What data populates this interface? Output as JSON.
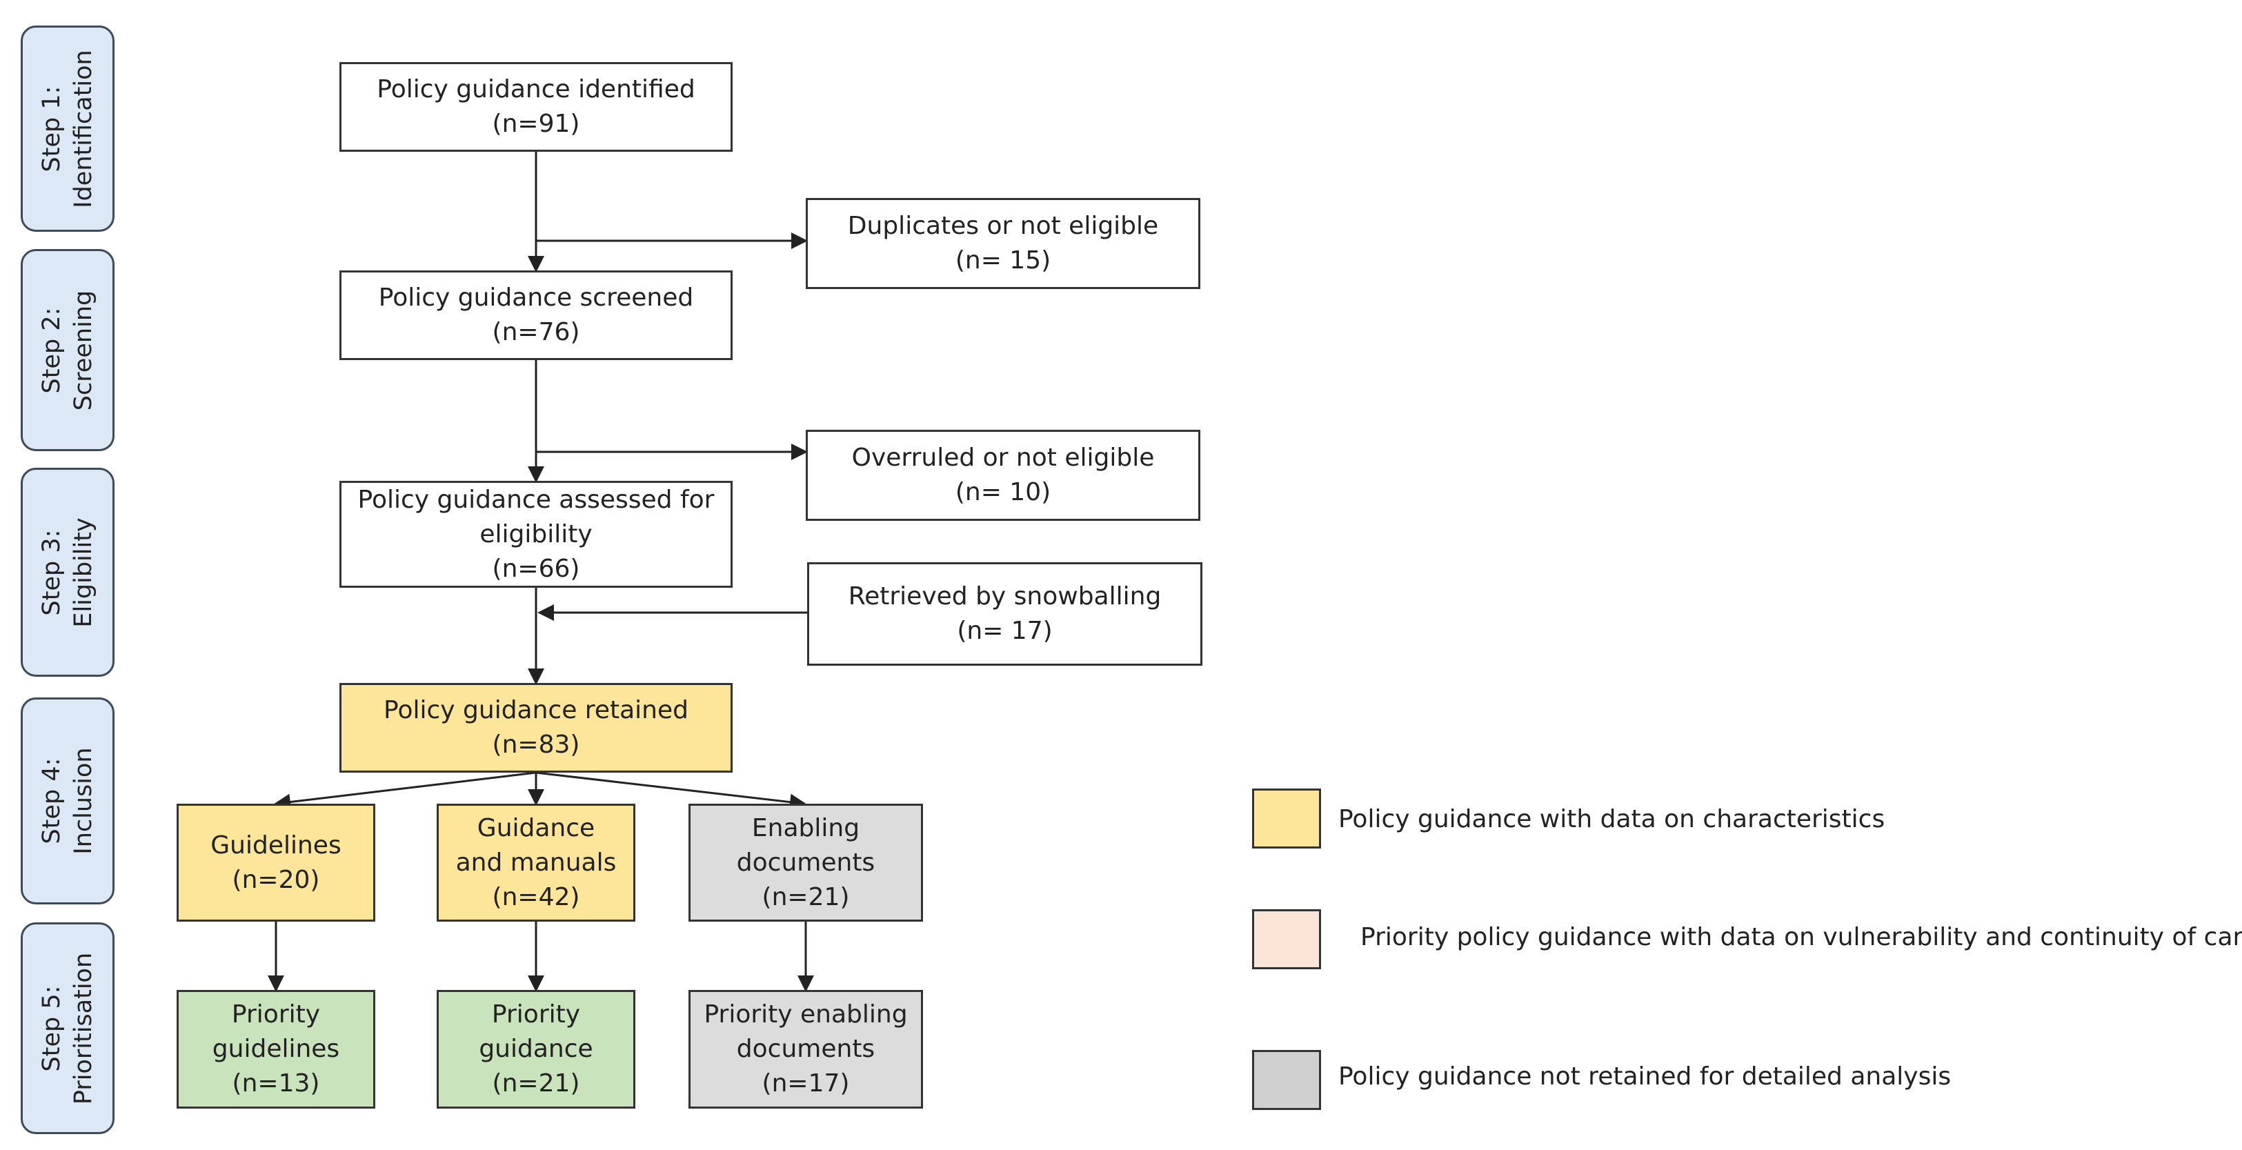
{
  "stages": [
    {
      "line1": "Step 1:",
      "line2": "Identification"
    },
    {
      "line1": "Step 2:",
      "line2": "Screening"
    },
    {
      "line1": "Step 3:",
      "line2": "Eligibility"
    },
    {
      "line1": "Step 4:",
      "line2": "Inclusion"
    },
    {
      "line1": "Step 5:",
      "line2": "Prioritisation"
    }
  ],
  "boxes": {
    "identified": {
      "lines": [
        "Policy guidance identified",
        "(n=91)"
      ]
    },
    "duplicates": {
      "lines": [
        "Duplicates or not eligible",
        "(n= 15)"
      ]
    },
    "screened": {
      "lines": [
        "Policy guidance screened",
        "(n=76)"
      ]
    },
    "overruled": {
      "lines": [
        "Overruled or not eligible",
        "(n= 10)"
      ]
    },
    "assessed": {
      "lines": [
        "Policy guidance assessed for",
        "eligibility",
        "(n=66)"
      ]
    },
    "snowballing": {
      "lines": [
        "Retrieved by snowballing",
        "(n= 17)"
      ]
    },
    "retained": {
      "lines": [
        "Policy guidance retained",
        "(n=83)"
      ]
    },
    "guidelines": {
      "lines": [
        "Guidelines",
        "(n=20)"
      ]
    },
    "guidance": {
      "lines": [
        "Guidance",
        "and manuals",
        "(n=42)"
      ]
    },
    "enabling": {
      "lines": [
        "Enabling",
        "documents",
        "(n=21)"
      ]
    },
    "p_guidelines": {
      "lines": [
        "Priority",
        "guidelines",
        "(n=13)"
      ]
    },
    "p_guidance": {
      "lines": [
        "Priority",
        "guidance",
        "(n=21)"
      ]
    },
    "p_enabling": {
      "lines": [
        "Priority enabling",
        "documents",
        "(n=17)"
      ]
    }
  },
  "legend": [
    {
      "label": "Policy guidance with data on characteristics",
      "color": "#fde59a"
    },
    {
      "label": "Priority policy guidance with data on vulnerability and continuity of care",
      "color": "#fbe5d6"
    },
    {
      "label": "Policy guidance not retained for detailed analysis",
      "color": "#d0d0d0"
    }
  ],
  "colors": {
    "retained": "#fde59a",
    "excluded": "#dcdcdc",
    "priority": "#c9e4bd",
    "stage": "#dce8f6",
    "line": "#222222"
  }
}
